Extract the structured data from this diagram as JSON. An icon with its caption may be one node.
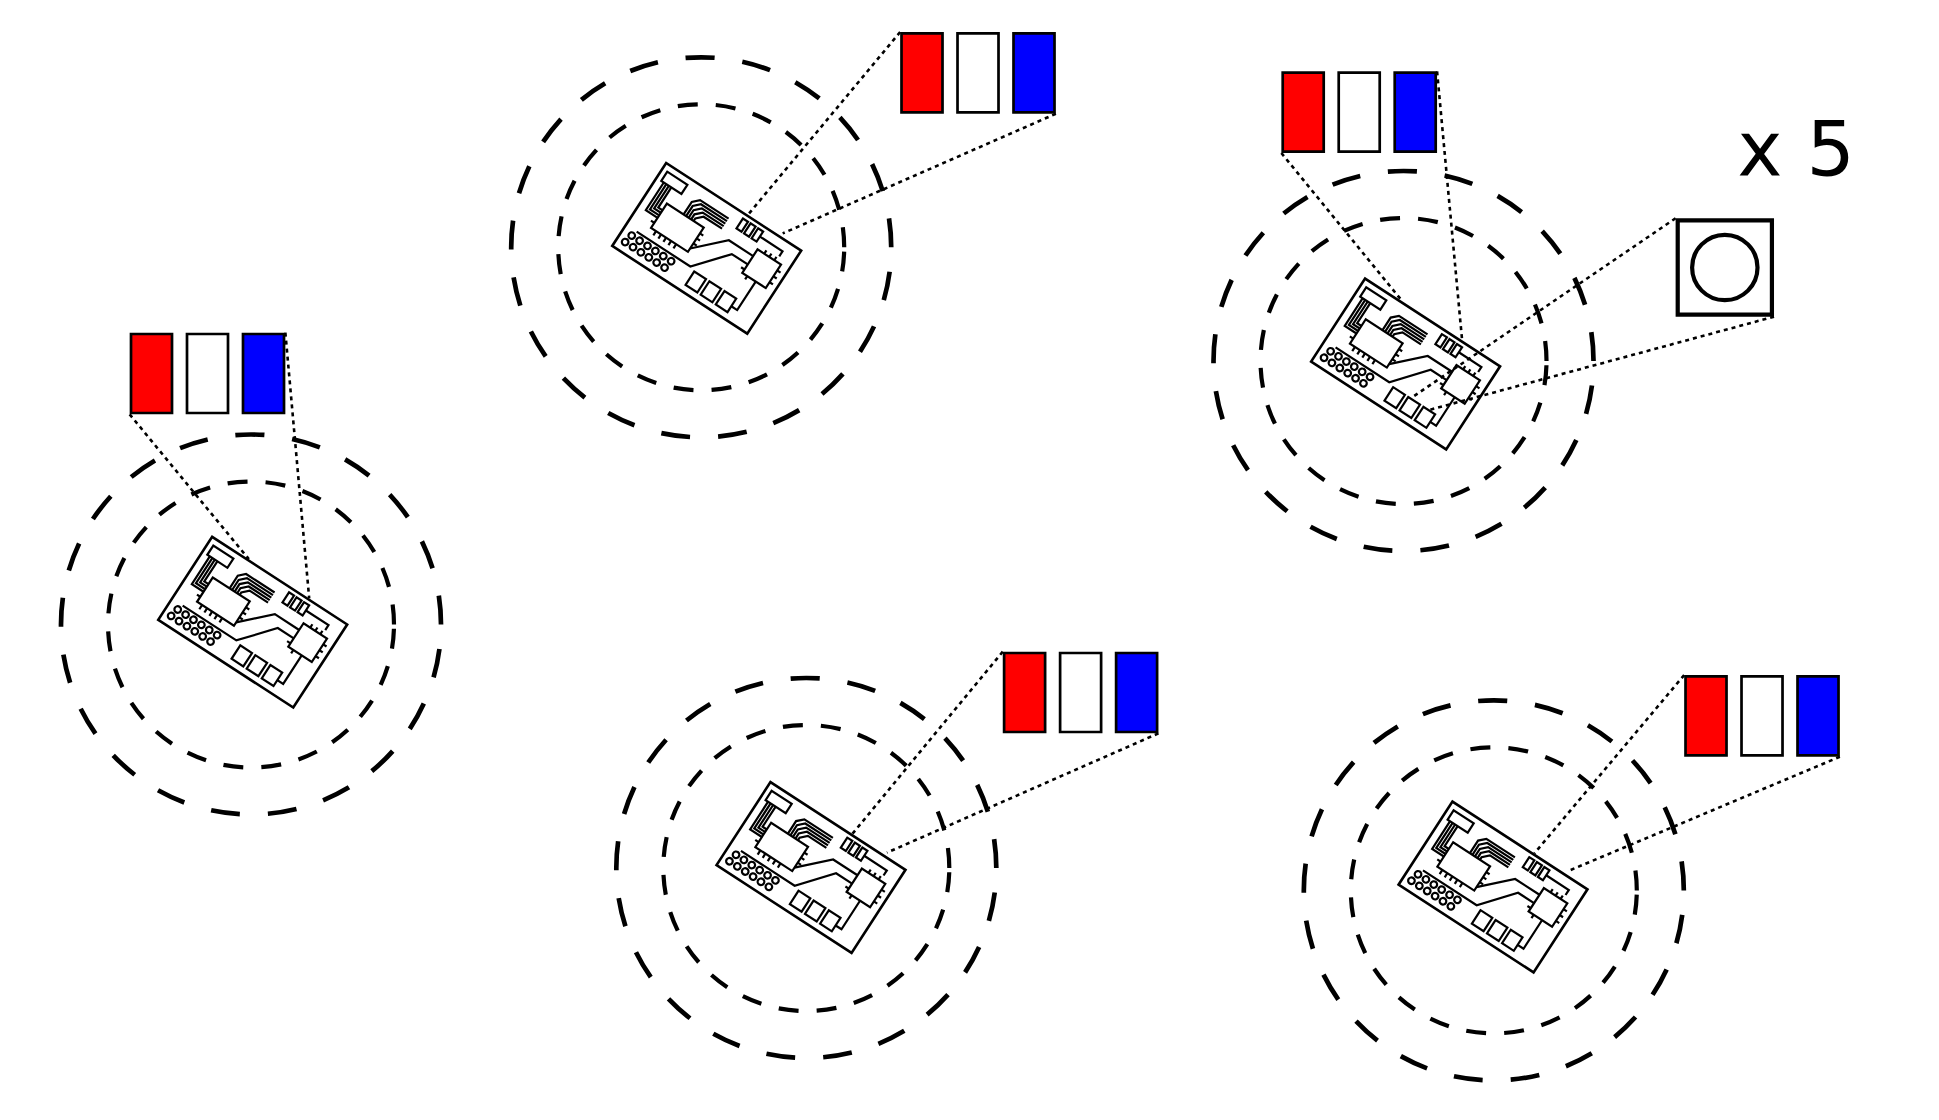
{
  "diagram": {
    "nodes": [
      {
        "text": [],
        "shape": "bar"
      },
      {
        "text": [],
        "shape": "bar"
      },
      {
        "text": [],
        "shape": "bar"
      },
      {
        "text": [],
        "shape": "bar"
      },
      {
        "text": [],
        "shape": "bar"
      },
      {
        "text": [],
        "shape": "bar"
      },
      {
        "text": [],
        "shape": "picture"
      },
      {
        "text": [],
        "shape": "box",
        "beside": [
          "x 5"
        ]
      },
      {
        "text": [],
        "shape": "picture"
      },
      {
        "text": [],
        "shape": "bar"
      },
      {
        "text": [],
        "shape": "bar"
      },
      {
        "text": [],
        "shape": "bar"
      },
      {
        "text": [],
        "shape": "picture"
      },
      {
        "text": [],
        "shape": "bar"
      },
      {
        "text": [],
        "shape": "bar"
      },
      {
        "text": [],
        "shape": "bar"
      },
      {
        "text": [],
        "shape": "bar"
      },
      {
        "text": [],
        "shape": "bar"
      },
      {
        "text": [],
        "shape": "bar"
      },
      {
        "text": [],
        "shape": "picture"
      },
      {
        "text": [],
        "shape": "picture"
      }
    ],
    "edges": [
      {
        "from": 0,
        "to": 6,
        "arrow": "none"
      },
      {
        "from": 2,
        "to": 6,
        "arrow": "none"
      },
      {
        "from": 3,
        "to": 8,
        "arrow": "none"
      },
      {
        "from": 5,
        "to": 8,
        "arrow": "none"
      },
      {
        "from": 7,
        "to": 8,
        "arrow": "none"
      },
      {
        "from": 7,
        "to": 8,
        "arrow": "none"
      },
      {
        "from": 9,
        "to": 12,
        "arrow": "none"
      },
      {
        "from": 11,
        "to": 12,
        "arrow": "none"
      },
      {
        "from": 13,
        "to": 19,
        "arrow": "none"
      },
      {
        "from": 15,
        "to": 19,
        "arrow": "none"
      },
      {
        "from": 16,
        "to": 20,
        "arrow": "none"
      },
      {
        "from": 18,
        "to": 20,
        "arrow": "none"
      }
    ]
  }
}
